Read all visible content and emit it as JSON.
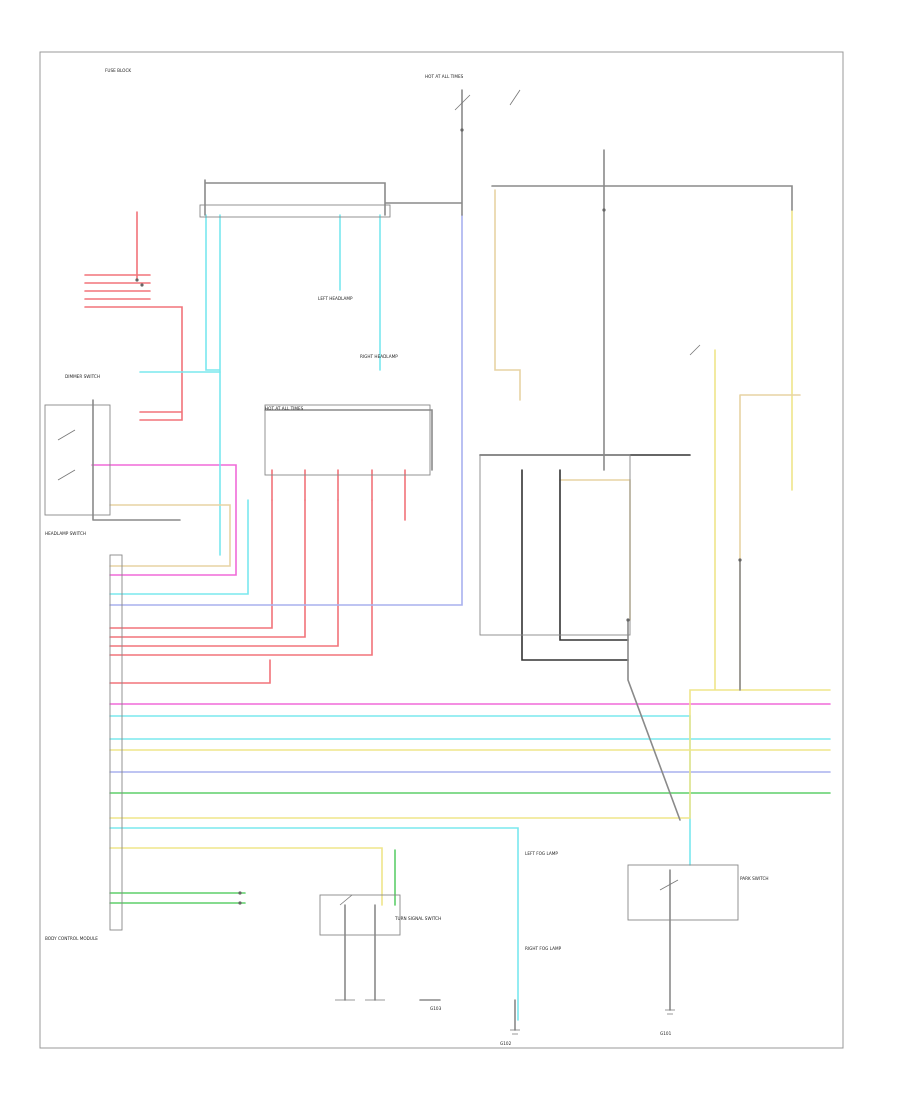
{
  "colors": {
    "red": "#f2737a",
    "pink": "#f06ad8",
    "cyan": "#7ae8ee",
    "blue": "#a8b0ee",
    "green": "#5ecf6a",
    "yellow": "#efe58a",
    "tan": "#e7d3a4",
    "black": "#333333",
    "gray": "#8a8a8a"
  },
  "components": [
    {
      "id": "fuse_block",
      "label": "FUSE BLOCK"
    },
    {
      "id": "hot_at_all_times_top",
      "label": "HOT AT ALL TIMES"
    },
    {
      "id": "headlamp_switch",
      "label": "HEADLAMP SWITCH"
    },
    {
      "id": "dimmer_switch",
      "label": "DIMMER SWITCH"
    },
    {
      "id": "left_headlamp",
      "label": "LEFT HEADLAMP"
    },
    {
      "id": "right_headlamp",
      "label": "RIGHT HEADLAMP"
    },
    {
      "id": "hot_at_all_times_mid",
      "label": "HOT AT ALL TIMES"
    },
    {
      "id": "body_control_module",
      "label": "BODY CONTROL MODULE"
    },
    {
      "id": "turn_signal_switch",
      "label": "TURN SIGNAL SWITCH"
    },
    {
      "id": "left_fog_lamp",
      "label": "LEFT FOG LAMP"
    },
    {
      "id": "right_fog_lamp",
      "label": "RIGHT FOG LAMP"
    },
    {
      "id": "g101",
      "label": "G101"
    },
    {
      "id": "g102",
      "label": "G102"
    },
    {
      "id": "g103",
      "label": "G103"
    },
    {
      "id": "park_switch",
      "label": "PARK SWITCH"
    }
  ]
}
